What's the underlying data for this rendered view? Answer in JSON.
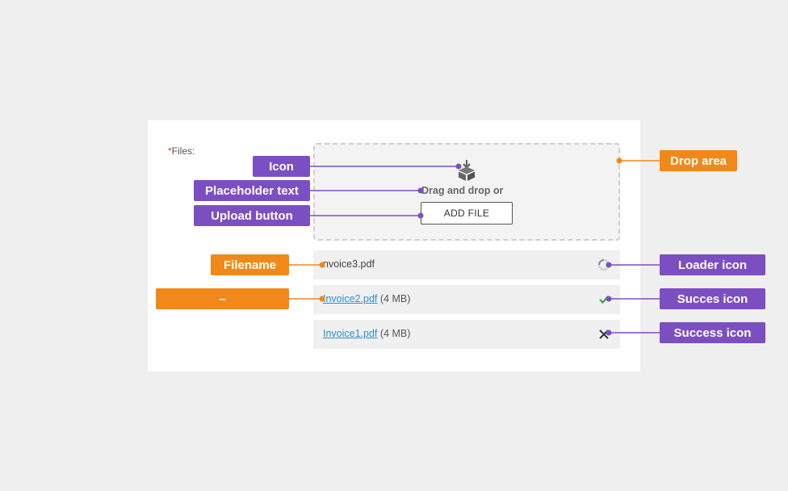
{
  "form": {
    "required_marker": "*",
    "label": "Files:"
  },
  "drop_area": {
    "placeholder": "Drag and drop or",
    "button_label": "ADD FILE",
    "icon": "box-download-icon"
  },
  "files": [
    {
      "name": "nvoice3.pdf",
      "size": "",
      "status": "loading",
      "status_icon": "loader-icon",
      "link": false
    },
    {
      "name": "Invoice2.pdf",
      "size": "(4 MB)",
      "status": "success",
      "status_icon": "checkmark-icon",
      "link": true
    },
    {
      "name": "Invoice1.pdf",
      "size": "(4 MB)",
      "status": "remove",
      "status_icon": "close-icon",
      "link": true
    }
  ],
  "callouts": {
    "icon": "Icon",
    "placeholder_text": "Placeholder text",
    "upload_button": "Upload button",
    "filename": "Filename",
    "dash": "–",
    "drop_area": "Drop area",
    "loader_icon": "Loader icon",
    "succes_icon": "Succes icon",
    "success_icon": "Success icon"
  },
  "colors": {
    "purple": "#7b4fc2",
    "orange": "#f0891a",
    "link": "#2d8fd5",
    "required": "#c9461c",
    "success_green": "#3aa64a"
  }
}
